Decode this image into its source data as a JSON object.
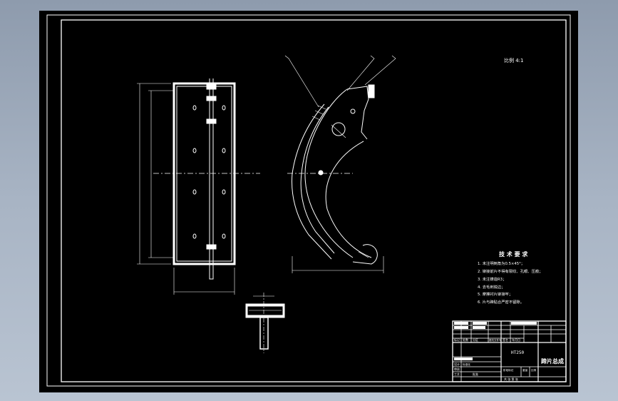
{
  "colors": {
    "background": "#000000",
    "line": "#ffffff",
    "workspace_gradient_top": "#8e9bad",
    "workspace_gradient_bottom": "#b9c4d2"
  },
  "drawing": {
    "scale_note": "比例 4:1",
    "tech_requirements": {
      "title": "技 术 要 求",
      "items": [
        "1. 未注明倒角为0.5×45°；",
        "2. 铆接前片不得有裂纹、孔眼、压痕；",
        "3. 未注铸造R3；",
        "4. 去毛刺锐边；",
        "5. 摩擦衬片铆接牢；",
        "6. 片与蹄贴合严密不留隙。"
      ]
    },
    "title_block": {
      "part_name": "蹄片总成",
      "drawing_code": "HT250",
      "header_cells": [
        "标记",
        "处数",
        "分区",
        "更改文件号",
        "签名",
        "年月日"
      ],
      "role_cells": [
        "设计",
        "标准化",
        "审核",
        "工艺",
        "批准"
      ],
      "stage_cells": [
        "阶段标记",
        "重量",
        "比例"
      ],
      "sheet_note": "共 张 第 张"
    }
  }
}
